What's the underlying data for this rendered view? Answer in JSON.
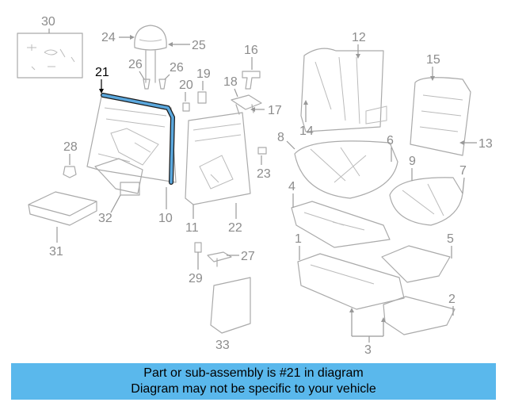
{
  "diagram": {
    "highlighted_part": "21",
    "callouts": [
      {
        "id": "c30",
        "label": "30"
      },
      {
        "id": "c24",
        "label": "24"
      },
      {
        "id": "c25",
        "label": "25"
      },
      {
        "id": "c12",
        "label": "12"
      },
      {
        "id": "c16",
        "label": "16"
      },
      {
        "id": "c21",
        "label": "21"
      },
      {
        "id": "c26a",
        "label": "26"
      },
      {
        "id": "c26b",
        "label": "26"
      },
      {
        "id": "c19",
        "label": "19"
      },
      {
        "id": "c18",
        "label": "18"
      },
      {
        "id": "c20",
        "label": "20"
      },
      {
        "id": "c15",
        "label": "15"
      },
      {
        "id": "c17",
        "label": "17"
      },
      {
        "id": "c14",
        "label": "14"
      },
      {
        "id": "c8",
        "label": "8"
      },
      {
        "id": "c6",
        "label": "6"
      },
      {
        "id": "c13",
        "label": "13"
      },
      {
        "id": "c28",
        "label": "28"
      },
      {
        "id": "c9",
        "label": "9"
      },
      {
        "id": "c7",
        "label": "7"
      },
      {
        "id": "c23",
        "label": "23"
      },
      {
        "id": "c4",
        "label": "4"
      },
      {
        "id": "c32",
        "label": "32"
      },
      {
        "id": "c10",
        "label": "10"
      },
      {
        "id": "c11",
        "label": "11"
      },
      {
        "id": "c22",
        "label": "22"
      },
      {
        "id": "c31",
        "label": "31"
      },
      {
        "id": "c1",
        "label": "1"
      },
      {
        "id": "c5",
        "label": "5"
      },
      {
        "id": "c27",
        "label": "27"
      },
      {
        "id": "c29",
        "label": "29"
      },
      {
        "id": "c2",
        "label": "2"
      },
      {
        "id": "c33",
        "label": "33"
      },
      {
        "id": "c3",
        "label": "3"
      }
    ]
  },
  "banner": {
    "line1": "Part or sub-assembly is #21 in diagram",
    "line2": "Diagram may not be specific to your vehicle"
  },
  "colors": {
    "banner_bg": "#5ab8ec",
    "highlight": "#5aa7dd",
    "line_art": "#aaaaaa",
    "callout_text": "#8c8c8c"
  }
}
